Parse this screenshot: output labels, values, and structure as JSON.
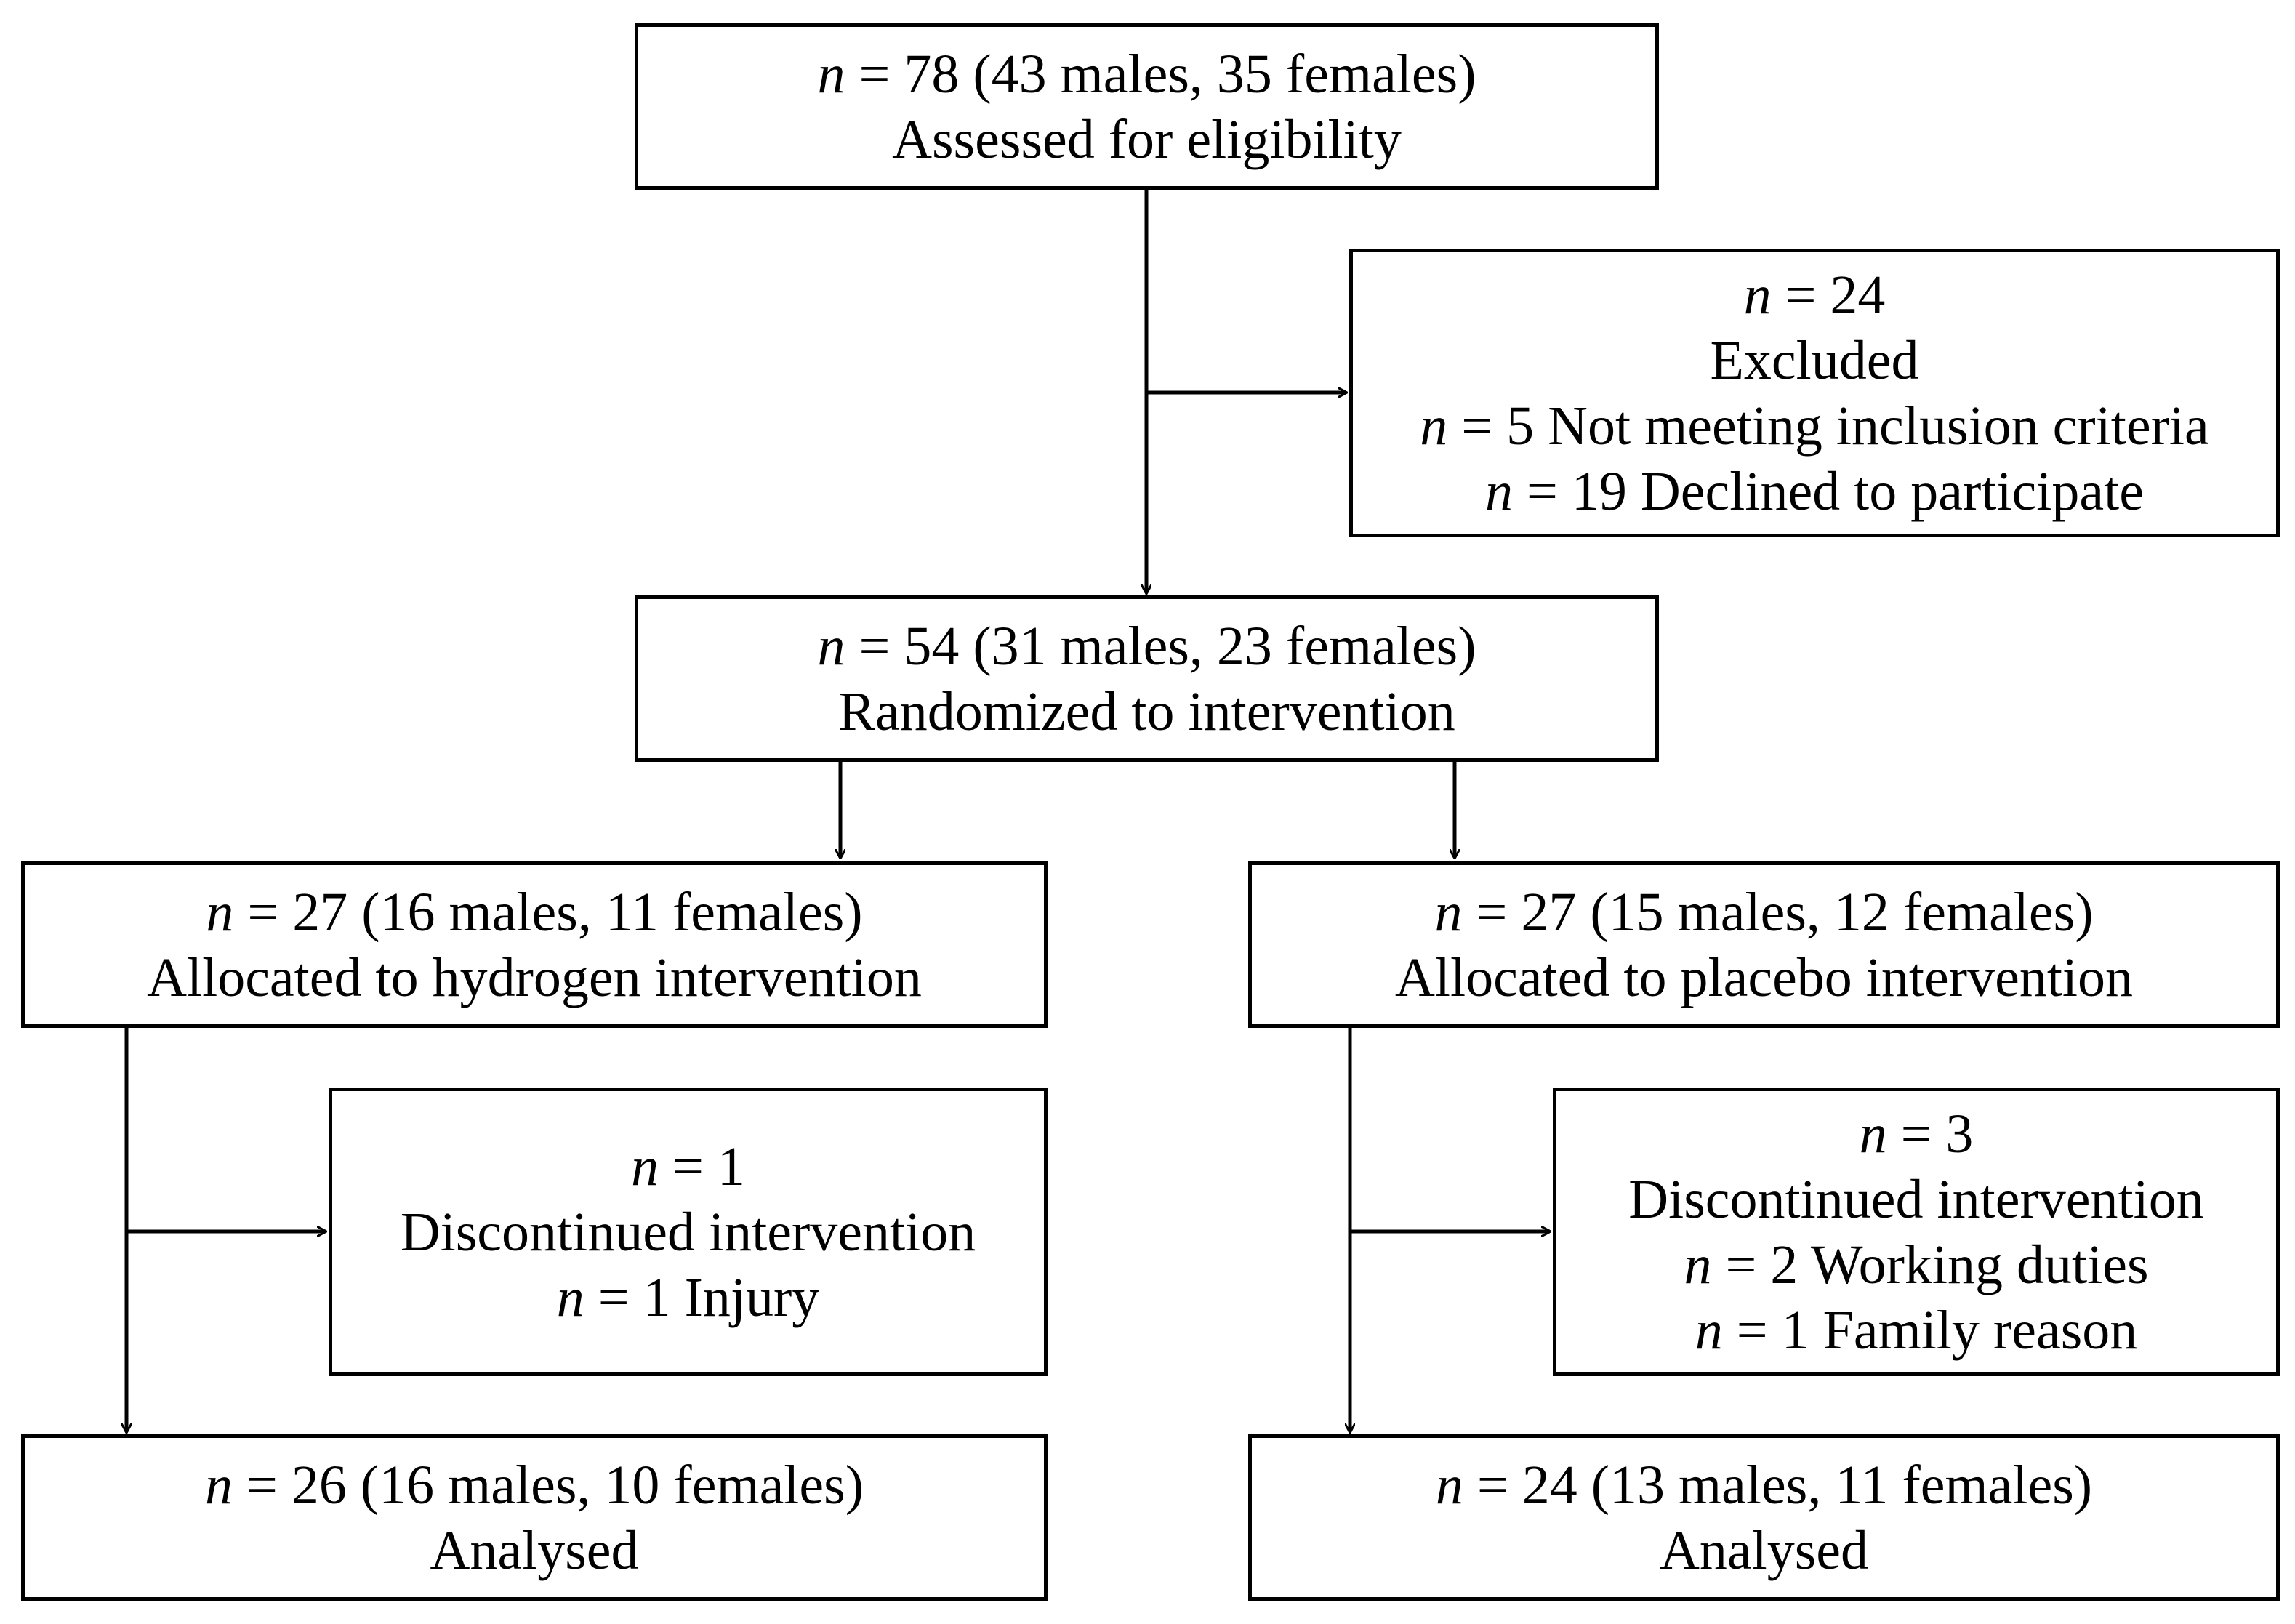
{
  "boxes": {
    "assessed": {
      "lines": [
        {
          "n": true,
          "text": "= 78 (43 males, 35 females)"
        },
        {
          "n": false,
          "text": "Assessed for eligibility"
        }
      ]
    },
    "excluded": {
      "lines": [
        {
          "n": true,
          "text": "= 24"
        },
        {
          "n": false,
          "text": "Excluded"
        },
        {
          "n": true,
          "text": "= 5 Not meeting inclusion criteria"
        },
        {
          "n": true,
          "text": "= 19 Declined to participate"
        }
      ]
    },
    "randomized": {
      "lines": [
        {
          "n": true,
          "text": "= 54 (31 males, 23 females)"
        },
        {
          "n": false,
          "text": "Randomized to intervention"
        }
      ]
    },
    "hydrogen": {
      "lines": [
        {
          "n": true,
          "text": "= 27 (16 males, 11 females)"
        },
        {
          "n": false,
          "text": "Allocated to hydrogen intervention"
        }
      ]
    },
    "placebo": {
      "lines": [
        {
          "n": true,
          "text": "= 27 (15 males, 12 females)"
        },
        {
          "n": false,
          "text": "Allocated to placebo intervention"
        }
      ]
    },
    "discontinued_h": {
      "lines": [
        {
          "n": true,
          "text": "= 1"
        },
        {
          "n": false,
          "text": "Discontinued intervention"
        },
        {
          "n": true,
          "text": "= 1 Injury"
        }
      ]
    },
    "discontinued_p": {
      "lines": [
        {
          "n": true,
          "text": "= 3"
        },
        {
          "n": false,
          "text": "Discontinued intervention"
        },
        {
          "n": true,
          "text": "= 2 Working duties"
        },
        {
          "n": true,
          "text": "= 1 Family reason"
        }
      ]
    },
    "analysed_h": {
      "lines": [
        {
          "n": true,
          "text": "= 26 (16 males, 10 females)"
        },
        {
          "n": false,
          "text": "Analysed"
        }
      ]
    },
    "analysed_p": {
      "lines": [
        {
          "n": true,
          "text": "= 24 (13 males, 11 females)"
        },
        {
          "n": false,
          "text": "Analysed"
        }
      ]
    }
  },
  "n_symbol": "n"
}
